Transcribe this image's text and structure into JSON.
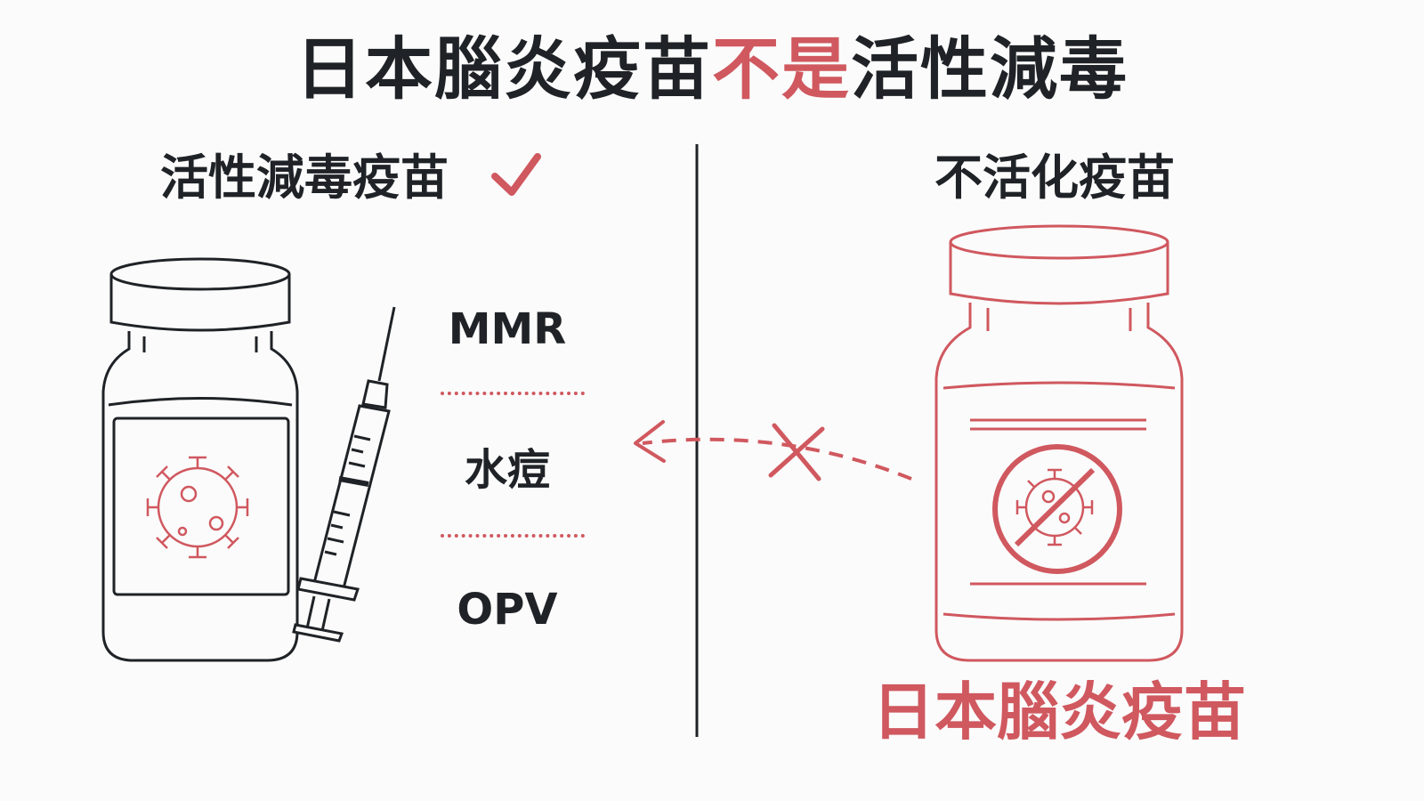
{
  "title": {
    "part1": "日本腦炎疫苗",
    "highlight": "不是",
    "part2": "活性減毒"
  },
  "left": {
    "heading": "活性減毒疫苗",
    "check_icon": "check-icon",
    "items": [
      "MMR",
      "水痘",
      "OPV"
    ]
  },
  "right": {
    "heading": "不活化疫苗",
    "highlight_label": "日本腦炎疫苗"
  },
  "colors": {
    "accent": "#d0585f",
    "ink": "#1f2226",
    "background": "#fbfbfb"
  },
  "icons": [
    "vaccine-vial-icon",
    "virus-icon",
    "syringe-icon",
    "dashed-arrow-icon",
    "cross-icon",
    "prohibited-virus-icon",
    "check-icon"
  ]
}
